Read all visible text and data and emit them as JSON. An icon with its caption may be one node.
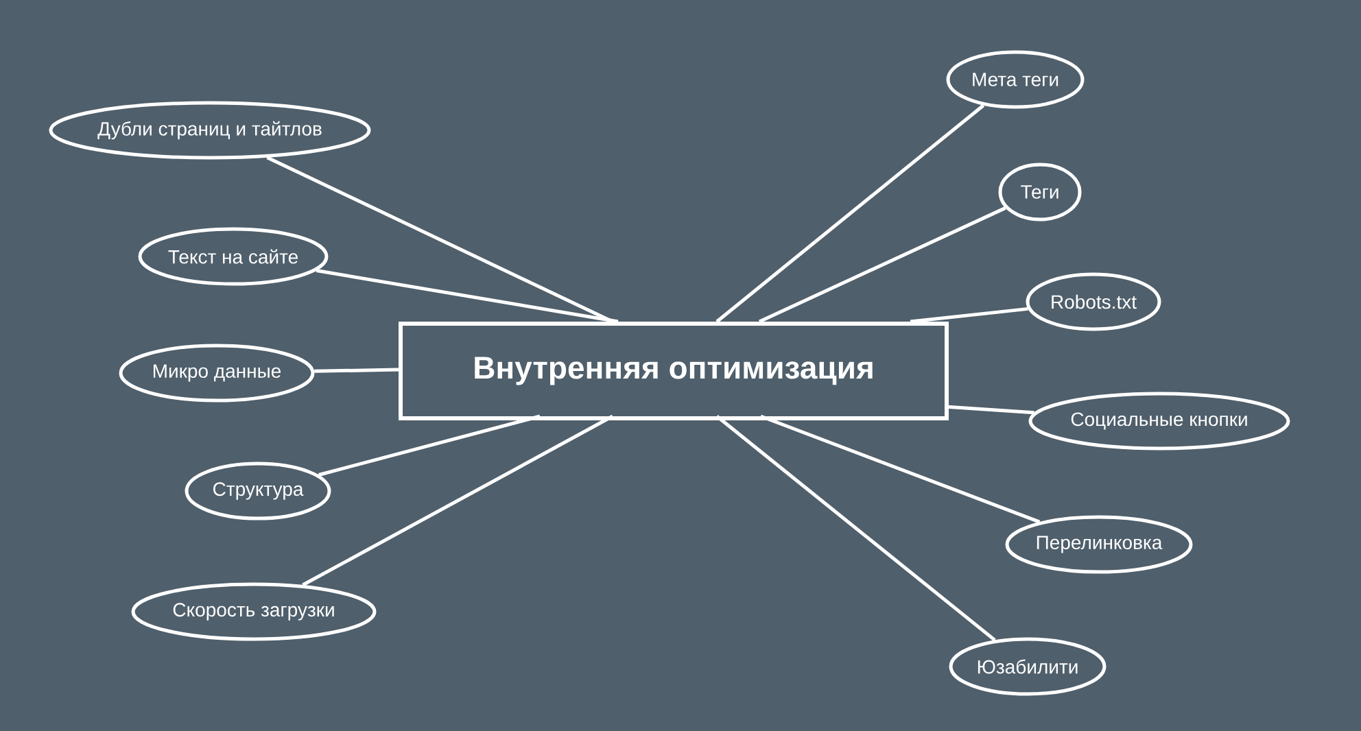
{
  "diagram": {
    "nodes": [
      {
        "text": [
          "Внутренняя оптимизация"
        ]
      },
      {
        "text": [
          "Дубли страниц и тайтлов"
        ]
      },
      {
        "text": [
          "Текст на сайте"
        ]
      },
      {
        "text": [
          "Микро данные"
        ]
      },
      {
        "text": [
          "Структура"
        ]
      },
      {
        "text": [
          "Скорость загрузки"
        ]
      },
      {
        "text": [
          "Мета теги"
        ]
      },
      {
        "text": [
          "Теги"
        ]
      },
      {
        "text": [
          "Robots.txt"
        ]
      },
      {
        "text": [
          "Социальные кнопки"
        ]
      },
      {
        "text": [
          "Перелинковка"
        ]
      },
      {
        "text": [
          "Юзабилити"
        ]
      }
    ],
    "edges": [
      {
        "from": 0,
        "to": 1,
        "arrow": "none"
      },
      {
        "from": 0,
        "to": 2,
        "arrow": "none"
      },
      {
        "from": 0,
        "to": 3,
        "arrow": "none"
      },
      {
        "from": 0,
        "to": 4,
        "arrow": "none"
      },
      {
        "from": 0,
        "to": 5,
        "arrow": "none"
      },
      {
        "from": 0,
        "to": 6,
        "arrow": "none"
      },
      {
        "from": 0,
        "to": 7,
        "arrow": "none"
      },
      {
        "from": 0,
        "to": 8,
        "arrow": "none"
      },
      {
        "from": 0,
        "to": 9,
        "arrow": "none"
      },
      {
        "from": 0,
        "to": 10,
        "arrow": "none"
      },
      {
        "from": 0,
        "to": 11,
        "arrow": "none"
      }
    ]
  }
}
